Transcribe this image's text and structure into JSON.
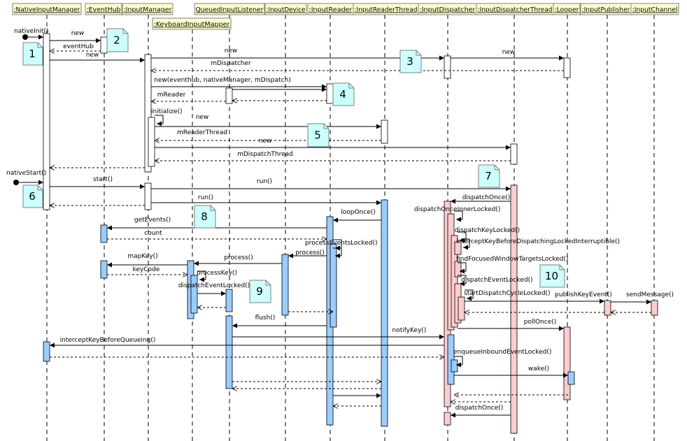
{
  "participants": [
    "NativeInputManager",
    "EventHub",
    "InputManager",
    "KeyboardInputMapper",
    "QueuedInputListener",
    "InputDevice",
    "InputReader",
    "InputReaderThread",
    "InputDispatcher",
    "InputDispatcherThread",
    "Looper",
    "InputPublisher",
    "InputChannel"
  ],
  "headers": [
    ":NativeInputManager",
    ":EventHub",
    ":InputManager",
    ":KeyboardInputMapper",
    "QueuedInputListener",
    ":InputDevice",
    ":InputReader",
    ":InputReaderThread",
    ":InputDispatcher",
    ":InputDispatcherThread",
    ":Looper",
    ":InputPublisher",
    ":InputChannel"
  ],
  "found_messages": [
    "nativeInit()",
    "nativeStart()"
  ],
  "messages": [
    "new",
    "eventHub",
    "new",
    "new",
    "new",
    "mDispatcher",
    "new(eventhub, nativeManager, mDispatch)",
    "mReader",
    "initialize()",
    "new",
    "mReaderThread",
    "new",
    "mDispatchThread",
    "start()",
    "run()",
    "run()",
    "dispatchOnce()",
    "dispatchOnceInnerLocked()",
    "loopOnce()",
    "getEvents()",
    "count",
    "processEventsLocked()",
    "process()",
    "process()",
    "dispatchKeyLocked()",
    "interceptKeyBeforeDispatchingLockedInterruptible()",
    "mapKey()",
    "keyCode",
    "processKey()",
    "findFocusedWindowTargetsLocked()",
    "dispatchEventLocked()",
    "notifyKey()",
    "startDispatchCycleLocked()",
    "publishKeyEvent()",
    "sendMessage()",
    "flush()",
    "pollOnce()",
    "notifyKey()",
    "interceptKeyBeforeQueueing()",
    "enqueueInboundEventLocked()",
    "wake()",
    "dispatchOnce()"
  ],
  "notes": [
    "1",
    "2",
    "3",
    "4",
    "5",
    "6",
    "7",
    "8",
    "9",
    "10"
  ],
  "colors": {
    "header_fill": "#ffffcc",
    "header_border": "#7f7f7f",
    "activation_default": "#ffffff",
    "activation_blue": "#99ccff",
    "activation_pink": "#ffcccc",
    "note_fill": "#ccffff",
    "line": "#000000"
  }
}
